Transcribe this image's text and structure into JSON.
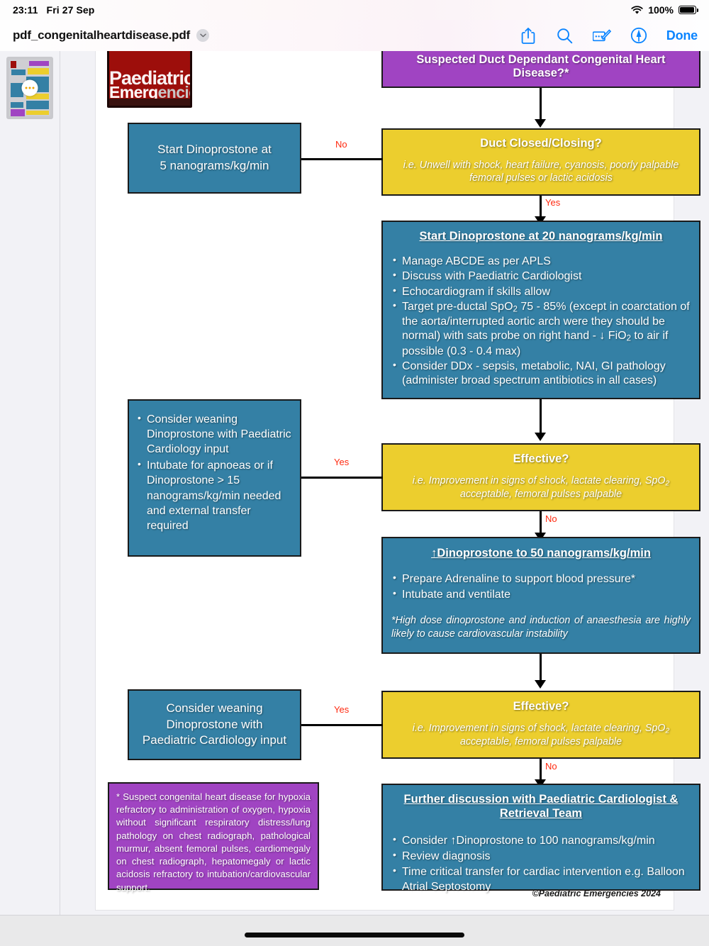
{
  "status_bar": {
    "time": "23:11",
    "date": "Fri 27 Sep",
    "battery_percent": "100%",
    "wifi_icon": "wifi-icon",
    "battery_icon": "battery-icon"
  },
  "toolbar": {
    "document_title": "pdf_congenitalheartdisease.pdf",
    "chevron_icon": "chevron-down-icon",
    "share_icon": "share-icon",
    "search_icon": "search-icon",
    "markup_icon": "markup-icon",
    "annotate_icon": "annotate-pen-icon",
    "done_label": "Done"
  },
  "sidebar": {
    "thumbnail_label": "page-1-thumbnail",
    "menu_icon": "more-options-icon"
  },
  "document": {
    "logo": {
      "line1": "Paediatric",
      "line2_white": "Emerg",
      "line2_grey": "encies"
    },
    "copyright": "©Paediatric Emergencies 2024",
    "colors": {
      "purple": "#a044c2",
      "yellow": "#ecce2e",
      "blue": "#3480a5",
      "branch_label": "#ff2a10",
      "border": "#1a1a1a"
    },
    "nodes": {
      "n1_suspected": {
        "title": "Suspected Duct Dependant Congenital Heart Disease?*",
        "color": "purple"
      },
      "n2_duct_closed": {
        "title": "Duct Closed/Closing?",
        "subtitle": "i.e. Unwell with shock, heart failure, cyanosis, poorly palpable femoral pulses or lactic acidosis",
        "color": "yellow"
      },
      "n3_start_5": {
        "line1": "Start Dinoprostone at",
        "line2": "5 nanograms/kg/min",
        "color": "blue"
      },
      "n4_start_20": {
        "title": "Start Dinoprostone at 20 nanograms/kg/min",
        "color": "blue",
        "bullets": [
          "Manage ABCDE as per APLS",
          "Discuss with Paediatric Cardiologist",
          "Echocardiogram if skills allow",
          "Target pre-ductal SpO2 75 - 85% (except in coarctation of the aorta/interrupted aortic arch were they should be normal) with sats probe on right hand - ↓ FiO2 to air if possible (0.3 - 0.4 max)",
          "Consider DDx - sepsis, metabolic, NAI, GI pathology (administer broad spectrum antibiotics in all cases)"
        ]
      },
      "n5_effective_1": {
        "title": "Effective?",
        "subtitle": "i.e. Improvement in signs of shock, lactate clearing, SpO2 acceptable, femoral  pulses palpable",
        "color": "yellow"
      },
      "n6_wean_intubate": {
        "color": "blue",
        "bullets": [
          "Consider weaning Dinoprostone with Paediatric Cardiology input",
          "Intubate for apnoeas or if Dinoprostone > 15 nanograms/kg/min needed and external transfer required"
        ]
      },
      "n7_increase_50": {
        "title": "↑Dinoprostone to 50 nanograms/kg/min",
        "color": "blue",
        "bullets": [
          "Prepare Adrenaline to support blood pressure*",
          "Intubate and ventilate"
        ],
        "note": "*High dose dinoprostone and induction of anaesthesia are highly likely to cause cardiovascular instability"
      },
      "n8_effective_2": {
        "title": "Effective?",
        "subtitle": "i.e. Improvement in signs of shock, lactate clearing, SpO2 acceptable, femoral  pulses palpable",
        "color": "yellow"
      },
      "n9_consider_wean": {
        "line1": "Consider weaning",
        "line2": "Dinoprostone with",
        "line3": "Paediatric Cardiology input",
        "color": "blue"
      },
      "n10_further_discussion": {
        "title": "Further discussion with Paediatric Cardiologist & Retrieval Team",
        "color": "blue",
        "bullets": [
          "Consider ↑Dinoprostone to 100 nanograms/kg/min",
          "Review diagnosis",
          "Time critical transfer for cardiac intervention e.g. Balloon Atrial  Septostomy"
        ]
      },
      "n11_footnote": {
        "text": "* Suspect congenital heart disease for hypoxia refractory to administration of oxygen, hypoxia without significant respiratory distress/lung pathology on chest radiograph, pathological murmur, absent femoral pulses, cardiomegaly on chest radiograph, hepatomegaly or lactic acidosis refractory to intubation/cardiovascular support.",
        "color": "purple"
      }
    },
    "branch_labels": {
      "no_1": "No",
      "yes_1": "Yes",
      "yes_2": "Yes",
      "no_2": "No",
      "yes_3": "Yes",
      "no_3": "No"
    }
  }
}
